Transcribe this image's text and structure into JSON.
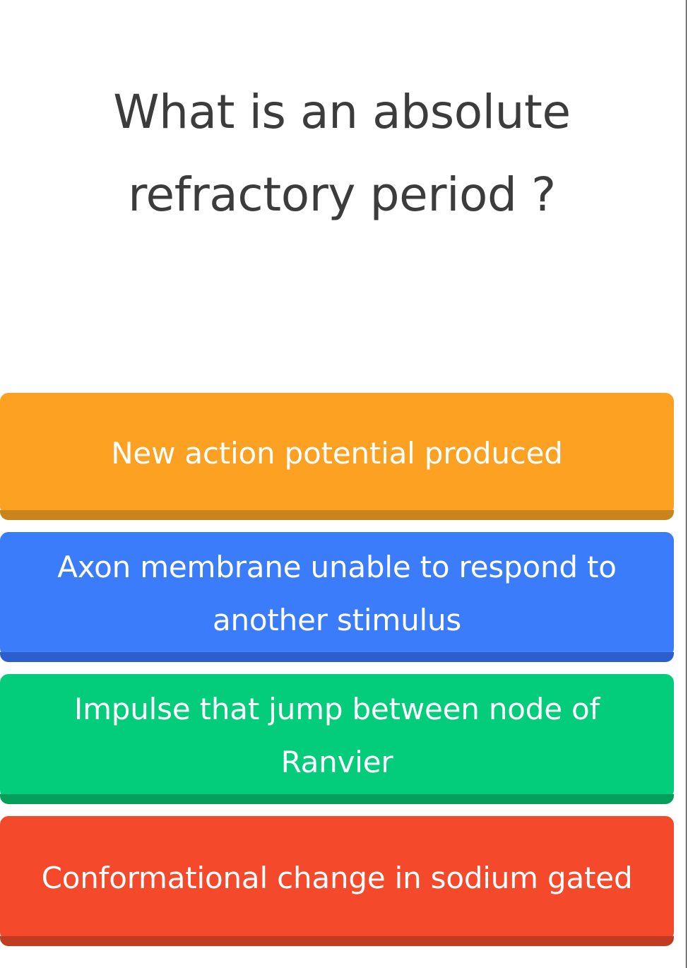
{
  "screen": {
    "name": "quiz-question-screen",
    "background_color": "#ffffff",
    "text_color": "#3c3c3c"
  },
  "question": {
    "text": "What is an absolute refractory period ?"
  },
  "answers": [
    {
      "id": "option-a",
      "label": "New action potential produced",
      "color": "#fca121",
      "edge_color": "#c8851b",
      "lines": 1
    },
    {
      "id": "option-b",
      "label": "Axon membrane unable to respond to another stimulus",
      "color": "#3b7cfa",
      "edge_color": "#2b60cc",
      "lines": 2
    },
    {
      "id": "option-c",
      "label": "Impulse that jump between node of Ranvier",
      "color": "#03cc7b",
      "edge_color": "#059e5b",
      "lines": 2
    },
    {
      "id": "option-d",
      "label": "Conformational change in sodium gated",
      "color": "#f4492b",
      "edge_color": "#c03b22",
      "lines": 2
    }
  ]
}
